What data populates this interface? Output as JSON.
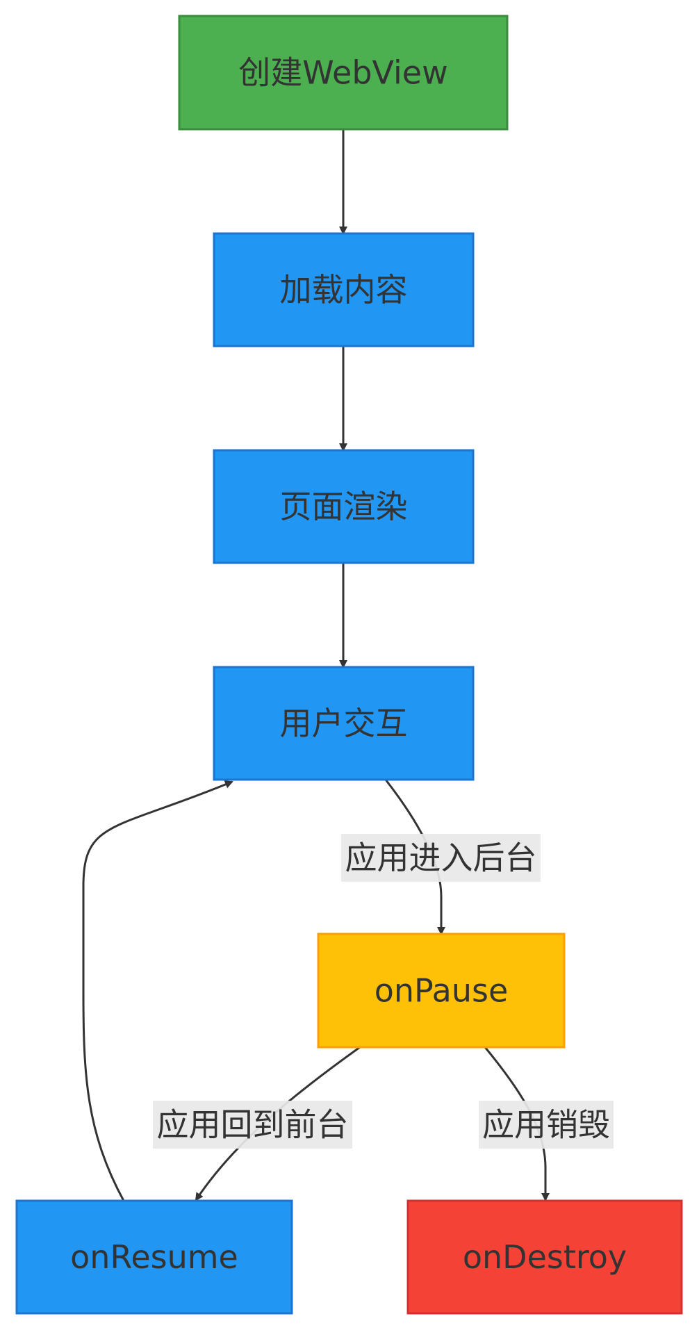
{
  "diagram": {
    "type": "flowchart",
    "nodes": {
      "create_webview": {
        "label": "创建WebView",
        "fill": "#4CAF50",
        "stroke": "#388E3C"
      },
      "load_content": {
        "label": "加载内容",
        "fill": "#2196F3",
        "stroke": "#1976D2"
      },
      "page_render": {
        "label": "页面渲染",
        "fill": "#2196F3",
        "stroke": "#1976D2"
      },
      "user_interaction": {
        "label": "用户交互",
        "fill": "#2196F3",
        "stroke": "#1976D2"
      },
      "on_pause": {
        "label": "onPause",
        "fill": "#FFC107",
        "stroke": "#FFA000"
      },
      "on_resume": {
        "label": "onResume",
        "fill": "#2196F3",
        "stroke": "#1976D2"
      },
      "on_destroy": {
        "label": "onDestroy",
        "fill": "#F44336",
        "stroke": "#D32F2F"
      }
    },
    "edges": [
      {
        "from": "create_webview",
        "to": "load_content",
        "label": ""
      },
      {
        "from": "load_content",
        "to": "page_render",
        "label": ""
      },
      {
        "from": "page_render",
        "to": "user_interaction",
        "label": ""
      },
      {
        "from": "user_interaction",
        "to": "on_pause",
        "label": "应用进入后台"
      },
      {
        "from": "on_pause",
        "to": "on_resume",
        "label": "应用回到前台"
      },
      {
        "from": "on_pause",
        "to": "on_destroy",
        "label": "应用销毁"
      },
      {
        "from": "on_resume",
        "to": "user_interaction",
        "label": ""
      }
    ],
    "colors": {
      "edge": "#333333",
      "text": "#333333",
      "label_background": "#e8e8e8"
    }
  }
}
